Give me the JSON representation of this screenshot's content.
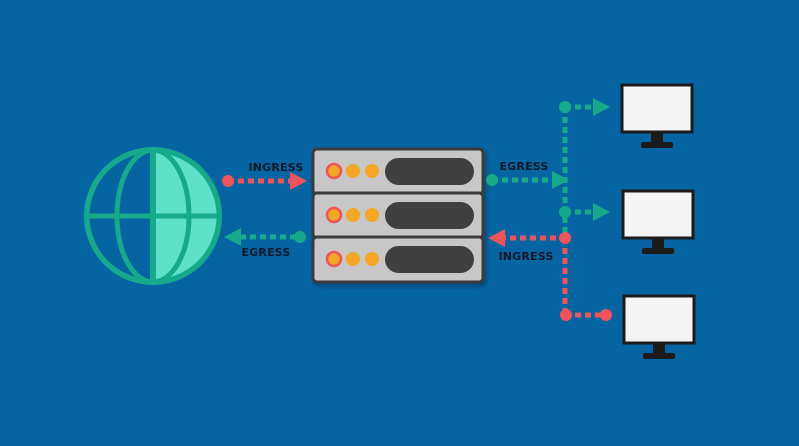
{
  "labels": {
    "ingress_in": "INGRESS",
    "egress_out": "EGRESS",
    "egress_right": "EGRESS",
    "ingress_right": "INGRESS"
  },
  "colors": {
    "background": "#0565a3",
    "ingress": "#f0535a",
    "egress": "#16a98a",
    "globe_dark": "#16a98a",
    "globe_light": "#5fe0c8",
    "server_body": "#c7c7c7",
    "server_slot": "#3f3f3f",
    "led_red": "#f26a4b",
    "led_amber": "#f5a623",
    "monitor_screen": "#f4f4f4",
    "monitor_frame": "#1b1b1b"
  },
  "nodes": {
    "globe": "globe-icon",
    "server": "server-rack-icon",
    "clients": [
      "monitor-icon",
      "monitor-icon",
      "monitor-icon"
    ]
  }
}
